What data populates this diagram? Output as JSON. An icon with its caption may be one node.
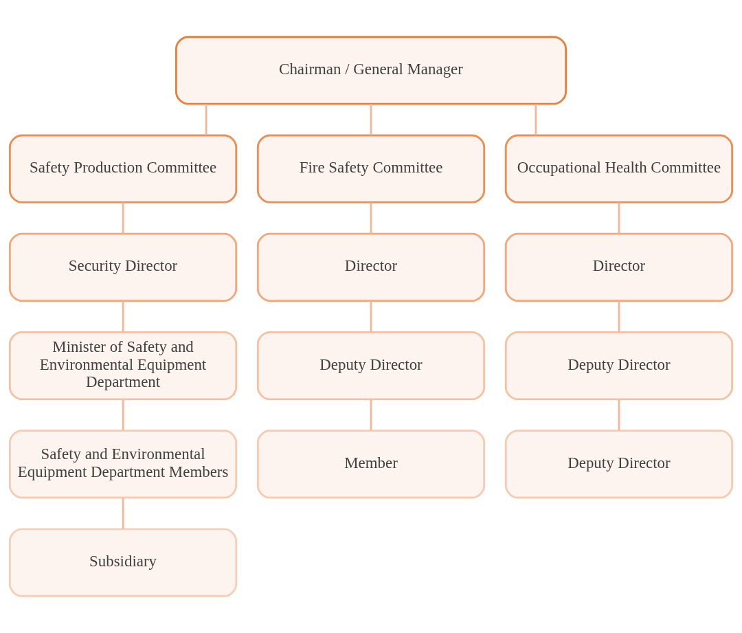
{
  "diagram": {
    "nodes": [
      {
        "text": [
          "Chairman / General Manager"
        ]
      },
      {
        "text": [
          "Safety Production Committee"
        ]
      },
      {
        "text": [
          "Fire Safety Committee"
        ]
      },
      {
        "text": [
          "Occupational Health Committee"
        ]
      },
      {
        "text": [
          "Security Director"
        ]
      },
      {
        "text": [
          "Director"
        ]
      },
      {
        "text": [
          "Director"
        ]
      },
      {
        "text": [
          "Minister of Safety and Environmental Equipment Department"
        ]
      },
      {
        "text": [
          "Deputy Director"
        ]
      },
      {
        "text": [
          "Deputy Director"
        ]
      },
      {
        "text": [
          "Safety and Environmental Equipment Department Members"
        ]
      },
      {
        "text": [
          "Member"
        ]
      },
      {
        "text": [
          "Deputy Director"
        ]
      },
      {
        "text": [
          "Subsidiary"
        ]
      }
    ],
    "edges": [
      {
        "from": 0,
        "to": 1,
        "arrow": "none"
      },
      {
        "from": 0,
        "to": 2,
        "arrow": "none"
      },
      {
        "from": 0,
        "to": 3,
        "arrow": "none"
      },
      {
        "from": 1,
        "to": 4,
        "arrow": "none"
      },
      {
        "from": 2,
        "to": 5,
        "arrow": "none"
      },
      {
        "from": 3,
        "to": 6,
        "arrow": "none"
      },
      {
        "from": 4,
        "to": 7,
        "arrow": "none"
      },
      {
        "from": 5,
        "to": 8,
        "arrow": "none"
      },
      {
        "from": 6,
        "to": 9,
        "arrow": "none"
      },
      {
        "from": 7,
        "to": 10,
        "arrow": "none"
      },
      {
        "from": 8,
        "to": 11,
        "arrow": "none"
      },
      {
        "from": 9,
        "to": 12,
        "arrow": "none"
      },
      {
        "from": 10,
        "to": 13,
        "arrow": "none"
      }
    ]
  }
}
